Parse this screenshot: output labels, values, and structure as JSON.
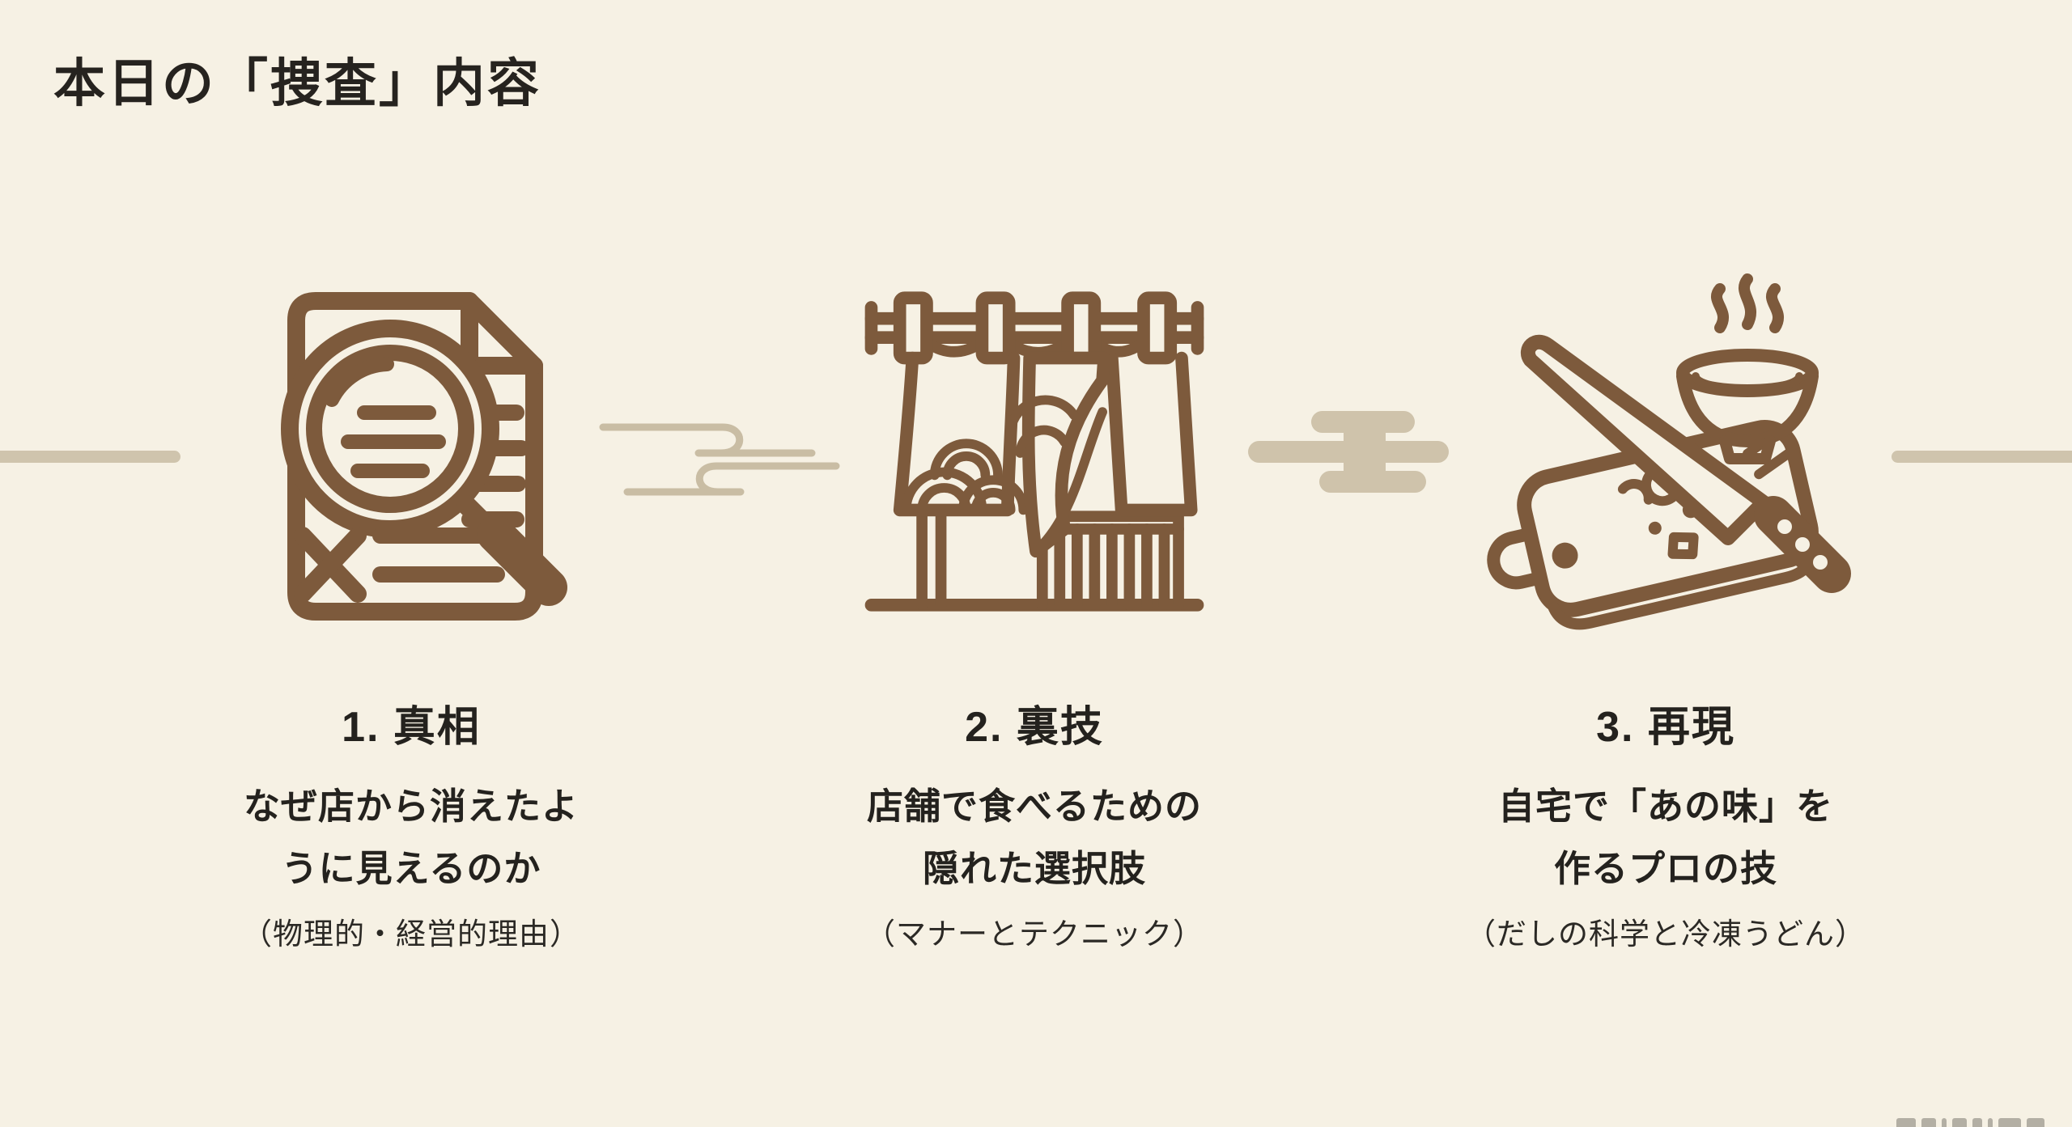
{
  "slide": {
    "title": "本日の「捜査」内容",
    "steps": [
      {
        "icon": "document-magnifier-icon",
        "number_label": "1. 真相",
        "desc_line1": "なぜ店から消えたよ",
        "desc_line2": "うに見えるのか",
        "note": "（物理的・経営的理由）"
      },
      {
        "icon": "noren-shop-curtain-icon",
        "number_label": "2. 裏技",
        "desc_line1": "店舗で食べるための",
        "desc_line2": "隠れた選択肢",
        "note": "（マナーとテクニック）"
      },
      {
        "icon": "knife-cutting-board-bowl-icon",
        "number_label": "3. 再現",
        "desc_line1": "自宅で「あの味」を",
        "desc_line2": "作るプロの技",
        "note": "（だしの科学と冷凍うどん）"
      }
    ],
    "colors": {
      "background": "#f6f1e4",
      "icon_brown": "#7d5a3c",
      "mist_tan": "#cdc1a8",
      "text_dark": "#24221e"
    }
  }
}
